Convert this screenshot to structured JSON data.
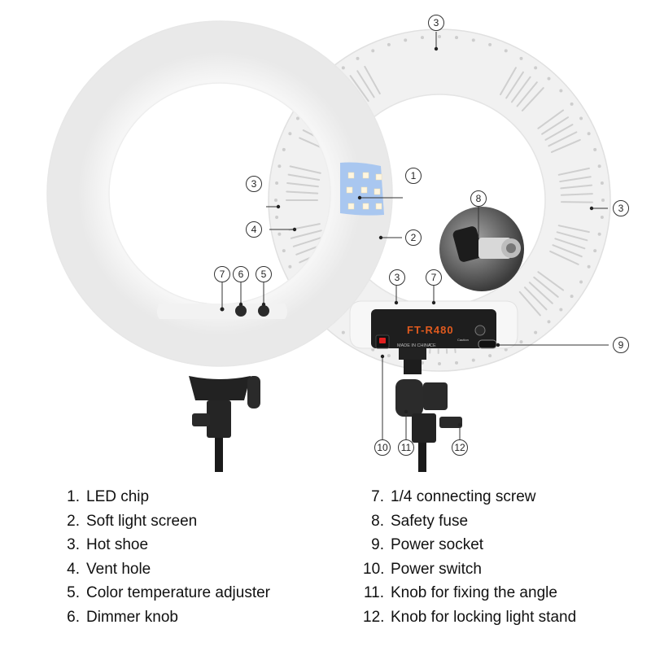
{
  "panel": {
    "model": "FT-R480",
    "made_in": "MADE IN CHINA",
    "cert_marks": "CE",
    "caution": "Caution"
  },
  "callouts": [
    "1",
    "2",
    "3",
    "3",
    "3",
    "3",
    "4",
    "5",
    "6",
    "7",
    "7",
    "8",
    "9",
    "10",
    "11",
    "12"
  ],
  "legend": {
    "left": [
      {
        "num": "1.",
        "text": "LED chip"
      },
      {
        "num": "2.",
        "text": "Soft light screen"
      },
      {
        "num": "3.",
        "text": "Hot shoe"
      },
      {
        "num": "4.",
        "text": "Vent hole"
      },
      {
        "num": "5.",
        "text": "Color temperature adjuster"
      },
      {
        "num": "6.",
        "text": "Dimmer knob"
      }
    ],
    "right": [
      {
        "num": "7.",
        "text": "1/4 connecting screw"
      },
      {
        "num": "8.",
        "text": "Safety fuse"
      },
      {
        "num": "9.",
        "text": "Power socket"
      },
      {
        "num": "10.",
        "text": "Power switch"
      },
      {
        "num": "11.",
        "text": "Knob for fixing the angle"
      },
      {
        "num": "12.",
        "text": "Knob for locking light stand"
      }
    ]
  }
}
